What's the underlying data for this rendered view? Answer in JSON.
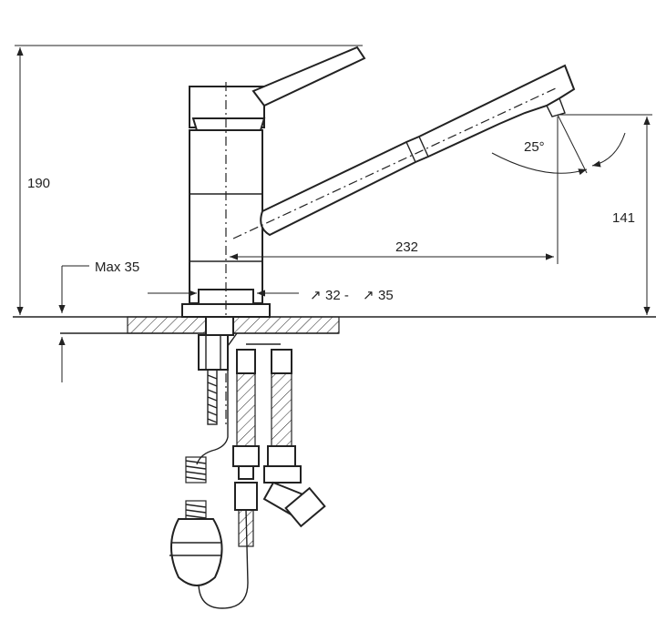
{
  "dimensions": {
    "height_total": "190",
    "height_spout": "141",
    "spout_reach": "232",
    "max_thickness": "Max 35",
    "hole_min": "32 -",
    "hole_max": "35",
    "angle": "25°"
  }
}
